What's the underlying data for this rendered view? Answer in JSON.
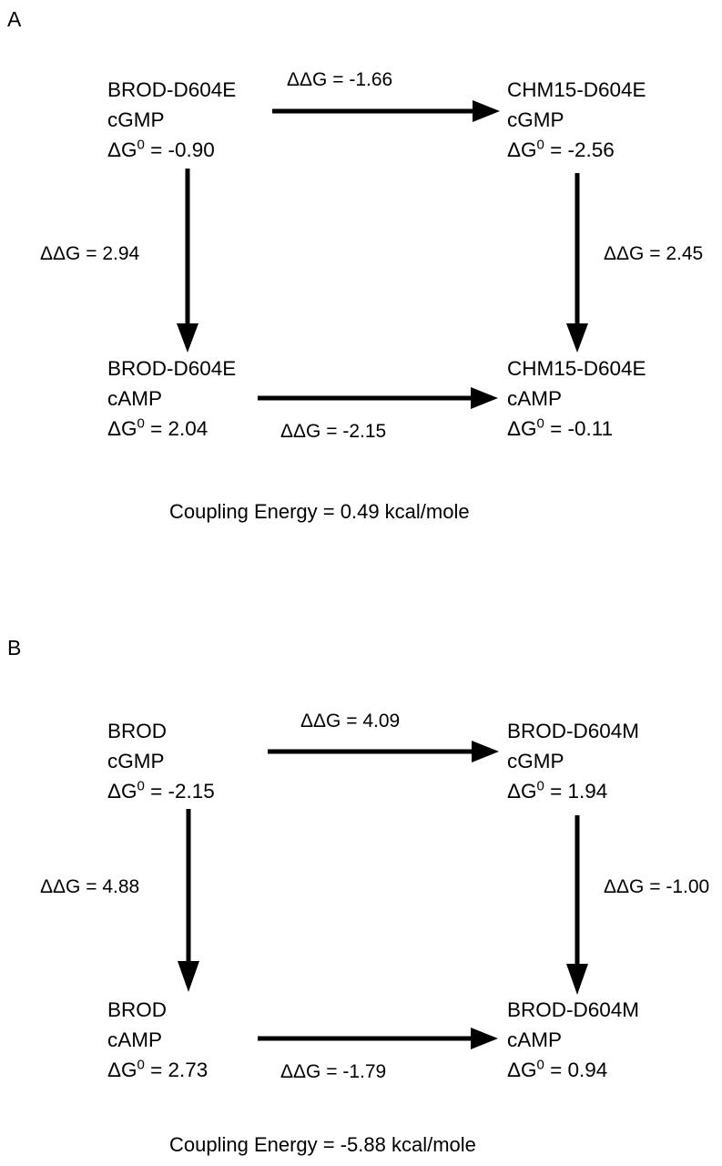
{
  "figure": {
    "background": "#ffffff",
    "ink": "#000000"
  },
  "panels": [
    {
      "letter": "A",
      "nodes": {
        "top_left": {
          "name": "BROD-D604E",
          "ligand": "cGMP",
          "dg_label": "ΔG",
          "dg_sup": "0",
          "dg_value": " = -0.90"
        },
        "top_right": {
          "name": "CHM15-D604E",
          "ligand": "cGMP",
          "dg_label": "ΔG",
          "dg_sup": "0",
          "dg_value": " = -2.56"
        },
        "bottom_left": {
          "name": "BROD-D604E",
          "ligand": "cAMP",
          "dg_label": "ΔG",
          "dg_sup": "0",
          "dg_value": " = 2.04"
        },
        "bottom_right": {
          "name": "CHM15-D604E",
          "ligand": "cAMP",
          "dg_label": "ΔG",
          "dg_sup": "0",
          "dg_value": " = -0.11"
        }
      },
      "edges": {
        "top": "ΔΔG = -1.66",
        "left": "ΔΔG = 2.94",
        "right": "ΔΔG = 2.45",
        "bottom": "ΔΔG = -2.15"
      },
      "coupling": "Coupling Energy = 0.49 kcal/mole"
    },
    {
      "letter": "B",
      "nodes": {
        "top_left": {
          "name": "BROD",
          "ligand": "cGMP",
          "dg_label": "ΔG",
          "dg_sup": "0",
          "dg_value": " = -2.15"
        },
        "top_right": {
          "name": "BROD-D604M",
          "ligand": "cGMP",
          "dg_label": "ΔG",
          "dg_sup": "0",
          "dg_value": " = 1.94"
        },
        "bottom_left": {
          "name": "BROD",
          "ligand": "cAMP",
          "dg_label": "ΔG",
          "dg_sup": "0",
          "dg_value": " = 2.73"
        },
        "bottom_right": {
          "name": "BROD-D604M",
          "ligand": "cAMP",
          "dg_label": "ΔG",
          "dg_sup": "0",
          "dg_value": " = 0.94"
        }
      },
      "edges": {
        "top": "ΔΔG = 4.09",
        "left": "ΔΔG = 4.88",
        "right": "ΔΔG = -1.00",
        "bottom": "ΔΔG = -1.79"
      },
      "coupling": "Coupling Energy = -5.88 kcal/mole"
    }
  ],
  "chart_data": {
    "type": "diagram",
    "title": "Double-mutant thermodynamic cycles",
    "cycles": [
      {
        "panel": "A",
        "units": "kcal/mole",
        "states": [
          {
            "position": "top-left",
            "construct": "BROD-D604E",
            "ligand": "cGMP",
            "dG0": -0.9
          },
          {
            "position": "top-right",
            "construct": "CHM15-D604E",
            "ligand": "cGMP",
            "dG0": -2.56
          },
          {
            "position": "bottom-left",
            "construct": "BROD-D604E",
            "ligand": "cAMP",
            "dG0": 2.04
          },
          {
            "position": "bottom-right",
            "construct": "CHM15-D604E",
            "ligand": "cAMP",
            "dG0": -0.11
          }
        ],
        "transitions": [
          {
            "edge": "top",
            "from": "top-left",
            "to": "top-right",
            "ddG": -1.66
          },
          {
            "edge": "left",
            "from": "top-left",
            "to": "bottom-left",
            "ddG": 2.94
          },
          {
            "edge": "right",
            "from": "top-right",
            "to": "bottom-right",
            "ddG": 2.45
          },
          {
            "edge": "bottom",
            "from": "bottom-left",
            "to": "bottom-right",
            "ddG": -2.15
          }
        ],
        "coupling_energy": 0.49
      },
      {
        "panel": "B",
        "units": "kcal/mole",
        "states": [
          {
            "position": "top-left",
            "construct": "BROD",
            "ligand": "cGMP",
            "dG0": -2.15
          },
          {
            "position": "top-right",
            "construct": "BROD-D604M",
            "ligand": "cGMP",
            "dG0": 1.94
          },
          {
            "position": "bottom-left",
            "construct": "BROD",
            "ligand": "cAMP",
            "dG0": 2.73
          },
          {
            "position": "bottom-right",
            "construct": "BROD-D604M",
            "ligand": "cAMP",
            "dG0": 0.94
          }
        ],
        "transitions": [
          {
            "edge": "top",
            "from": "top-left",
            "to": "top-right",
            "ddG": 4.09
          },
          {
            "edge": "left",
            "from": "top-left",
            "to": "bottom-left",
            "ddG": 4.88
          },
          {
            "edge": "right",
            "from": "top-right",
            "to": "bottom-right",
            "ddG": -1.0
          },
          {
            "edge": "bottom",
            "from": "bottom-left",
            "to": "bottom-right",
            "ddG": -1.79
          }
        ],
        "coupling_energy": -5.88
      }
    ]
  }
}
